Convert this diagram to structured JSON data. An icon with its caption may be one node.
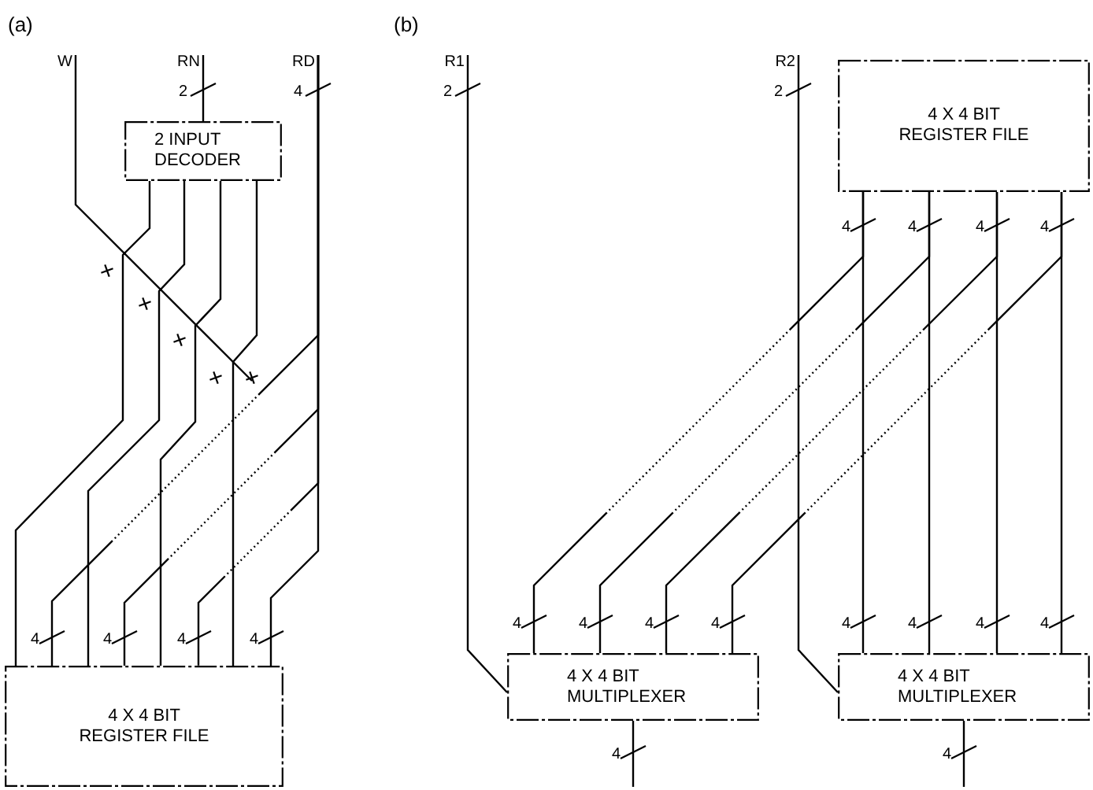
{
  "diagram": {
    "nodes": [
      {
        "text": [
          "W"
        ]
      },
      {
        "text": [
          "RN"
        ],
        "beside": [
          "2"
        ]
      },
      {
        "text": [
          "RD"
        ],
        "beside": [
          "4"
        ]
      },
      {
        "text": [
          "2 INPUT DECODER"
        ]
      },
      {
        "text": [
          "4 X 4 BIT REGISTER FILE"
        ]
      },
      {
        "text": [
          "R1"
        ],
        "beside": [
          "2"
        ]
      },
      {
        "text": [
          "R2"
        ],
        "beside": [
          "2"
        ]
      },
      {
        "text": [
          "4 X 4 BIT REGISTER FILE"
        ]
      },
      {
        "text": [
          "4 X 4 BIT MULTIPLEXER"
        ]
      },
      {
        "text": [
          "4 X 4 BIT MULTIPLEXER"
        ]
      }
    ],
    "edges": [
      {
        "from": 0,
        "to": null,
        "arrow": "none"
      },
      {
        "from": 1,
        "to": 3,
        "arrow": "none"
      },
      {
        "from": 3,
        "to": 4,
        "arrow": "none"
      },
      {
        "from": 3,
        "to": 4,
        "arrow": "none"
      },
      {
        "from": 3,
        "to": 4,
        "arrow": "none"
      },
      {
        "from": 3,
        "to": 4,
        "arrow": "none"
      },
      {
        "from": 2,
        "to": 4,
        "arrow": "none",
        "style": "dashed"
      },
      {
        "from": 2,
        "to": 4,
        "arrow": "none",
        "style": "dashed"
      },
      {
        "from": 2,
        "to": 4,
        "arrow": "none",
        "style": "dashed"
      },
      {
        "from": 2,
        "to": 4,
        "arrow": "none"
      },
      {
        "from": 5,
        "to": 8,
        "arrow": "none"
      },
      {
        "from": 6,
        "to": 9,
        "arrow": "none"
      },
      {
        "from": 7,
        "to": 9,
        "arrow": "none"
      },
      {
        "from": 7,
        "to": 9,
        "arrow": "none"
      },
      {
        "from": 7,
        "to": 9,
        "arrow": "none"
      },
      {
        "from": 7,
        "to": 9,
        "arrow": "none"
      },
      {
        "from": 7,
        "to": 8,
        "arrow": "none",
        "style": "dashed"
      },
      {
        "from": 7,
        "to": 8,
        "arrow": "none",
        "style": "dashed"
      },
      {
        "from": 7,
        "to": 8,
        "arrow": "none",
        "style": "dashed"
      },
      {
        "from": 7,
        "to": 8,
        "arrow": "none",
        "style": "dashed"
      },
      {
        "from": 8,
        "to": null,
        "arrow": "none"
      },
      {
        "from": 9,
        "to": null,
        "arrow": "none"
      }
    ],
    "labels": [
      "(a)",
      "(b)",
      "4",
      "4",
      "4",
      "4",
      "4",
      "4",
      "4",
      "4",
      "4",
      "4",
      "4",
      "4",
      "4",
      "4",
      "4",
      "4",
      "4",
      "4"
    ]
  }
}
